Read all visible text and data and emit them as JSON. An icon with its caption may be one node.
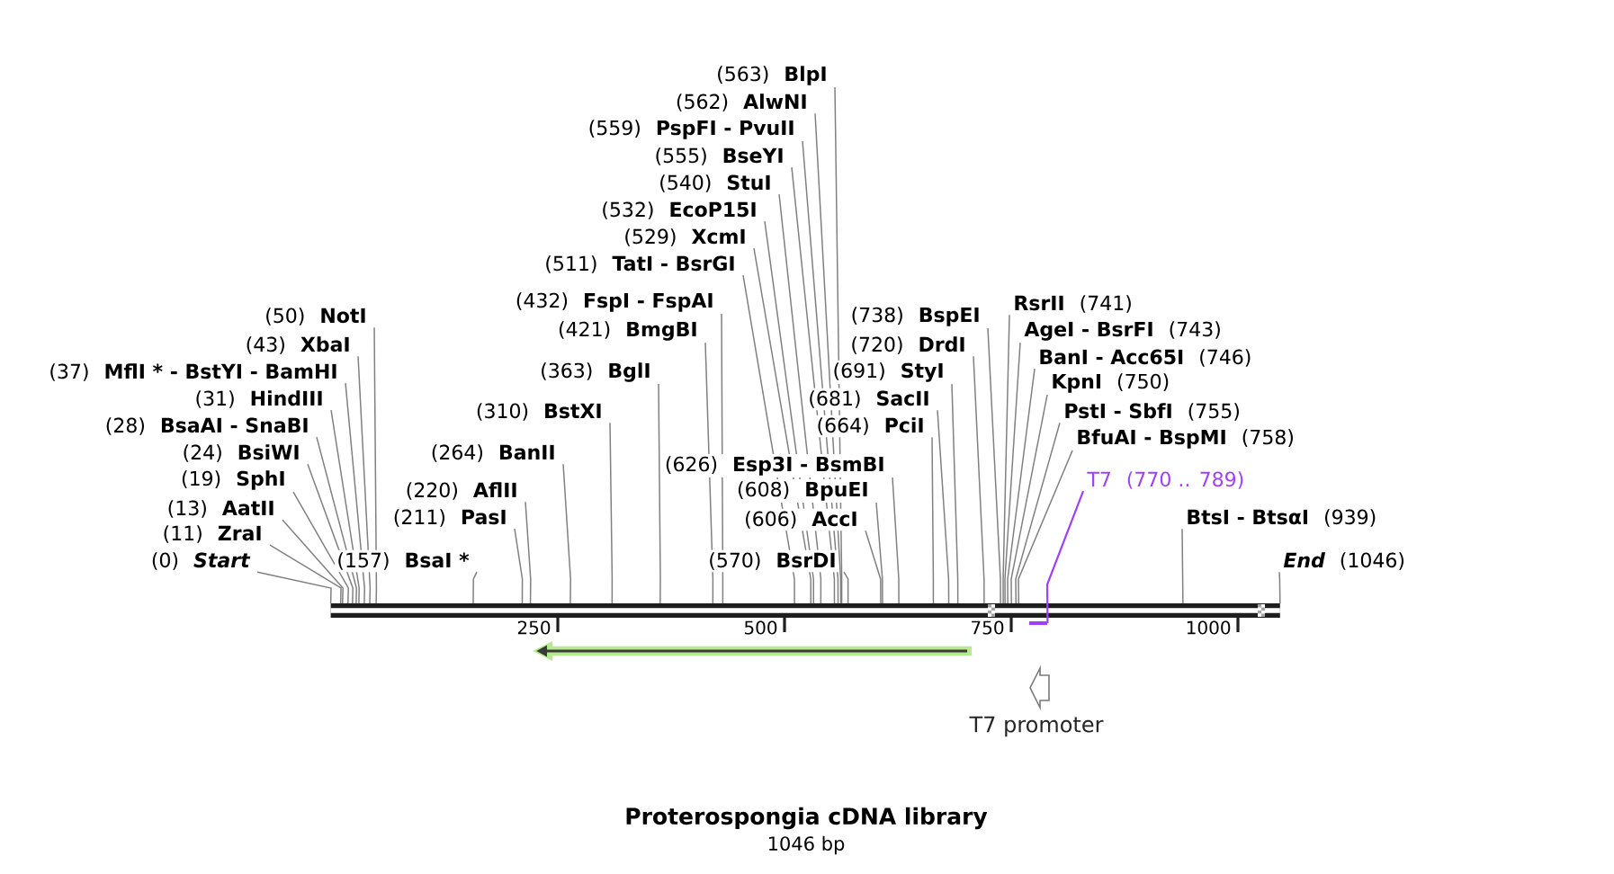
{
  "diagram": {
    "title": "Proterospongia cDNA library",
    "caption": "1046 bp",
    "nodes": [
      {
        "text": [
          "(563)",
          "BlpI"
        ]
      },
      {
        "text": [
          "(562)",
          "AlwNI"
        ]
      },
      {
        "text": [
          "(559)",
          "PspFI - PvuII"
        ]
      },
      {
        "text": [
          "(555)",
          "BseYI"
        ]
      },
      {
        "text": [
          "(540)",
          "StuI"
        ]
      },
      {
        "text": [
          "(532)",
          "EcoP15I"
        ]
      },
      {
        "text": [
          "(529)",
          "XcmI"
        ]
      },
      {
        "text": [
          "(511)",
          "TatI - BsrGI"
        ]
      },
      {
        "text": [
          "(432)",
          "FspI - FspAI"
        ]
      },
      {
        "text": [
          "RsrII",
          "(741)"
        ]
      },
      {
        "text": [
          "(50)",
          "NotI"
        ]
      },
      {
        "text": [
          "(738)",
          "BspEI"
        ]
      },
      {
        "text": [
          "(421)",
          "BmgBI"
        ]
      },
      {
        "text": [
          "AgeI - BsrFI",
          "(743)"
        ]
      },
      {
        "text": [
          "(43)",
          "XbaI"
        ]
      },
      {
        "text": [
          "(720)",
          "DrdI"
        ]
      },
      {
        "text": [
          "BanI - Acc65I",
          "(746)"
        ]
      },
      {
        "text": [
          "(37)",
          "MflI * - BstYI - BamHI"
        ]
      },
      {
        "text": [
          "(363)",
          "BglI"
        ]
      },
      {
        "text": [
          "(691)",
          "StyI"
        ]
      },
      {
        "text": [
          "KpnI",
          "(750)"
        ]
      },
      {
        "text": [
          "(31)",
          "HindIII"
        ]
      },
      {
        "text": [
          "(681)",
          "SacII"
        ]
      },
      {
        "text": [
          "(310)",
          "BstXI"
        ]
      },
      {
        "text": [
          "PstI - SbfI",
          "(755)"
        ]
      },
      {
        "text": [
          "(28)",
          "BsaAI - SnaBI"
        ]
      },
      {
        "text": [
          "(664)",
          "PciI"
        ]
      },
      {
        "text": [
          "BfuAI - BspMI",
          "(758)"
        ]
      },
      {
        "text": [
          "(24)",
          "BsiWI"
        ]
      },
      {
        "text": [
          "(264)",
          "BanII"
        ]
      },
      {
        "text": [
          "(626)",
          "Esp3I - BsmBI"
        ]
      },
      {
        "text": [
          "(19)",
          "SphI"
        ]
      },
      {
        "text": [
          "T7",
          "(770 .. 789)"
        ]
      },
      {
        "text": [
          "(220)",
          "AflII"
        ]
      },
      {
        "text": [
          "(608)",
          "BpuEI"
        ]
      },
      {
        "text": [
          "(13)",
          "AatII"
        ]
      },
      {
        "text": [
          "(211)",
          "PasI"
        ]
      },
      {
        "text": [
          "(606)",
          "AccI"
        ]
      },
      {
        "text": [
          "BtsI - BtsαI",
          "(939)"
        ]
      },
      {
        "text": [
          "(11)",
          "ZraI"
        ]
      },
      {
        "text": [
          "(0)",
          "Start"
        ]
      },
      {
        "text": [
          "(157)",
          "BsaI *"
        ]
      },
      {
        "text": [
          "(570)",
          "BsrDI"
        ]
      },
      {
        "text": [
          "End",
          "(1046)"
        ]
      },
      {
        "text": [],
        "shape": "bar"
      },
      {
        "text": [],
        "shape": "bar"
      },
      {
        "text": [],
        "shape": "arrow"
      },
      {
        "text": [
          "T7 promoter"
        ]
      }
    ],
    "edges": [
      {
        "from": 0,
        "to": 44,
        "arrow": "none"
      },
      {
        "from": 1,
        "to": 44,
        "arrow": "none"
      },
      {
        "from": 2,
        "to": 44,
        "arrow": "none"
      },
      {
        "from": 3,
        "to": 44,
        "arrow": "none"
      },
      {
        "from": 4,
        "to": 44,
        "arrow": "none"
      },
      {
        "from": 5,
        "to": 44,
        "arrow": "none"
      },
      {
        "from": 6,
        "to": 44,
        "arrow": "none"
      },
      {
        "from": 7,
        "to": 44,
        "arrow": "none"
      },
      {
        "from": 8,
        "to": 44,
        "arrow": "none"
      },
      {
        "from": 9,
        "to": 44,
        "arrow": "none"
      },
      {
        "from": 10,
        "to": 44,
        "arrow": "none"
      },
      {
        "from": 11,
        "to": 44,
        "arrow": "none"
      },
      {
        "from": 12,
        "to": 44,
        "arrow": "none"
      },
      {
        "from": 13,
        "to": 44,
        "arrow": "none"
      },
      {
        "from": 14,
        "to": 44,
        "arrow": "none"
      },
      {
        "from": 15,
        "to": 44,
        "arrow": "none"
      },
      {
        "from": 16,
        "to": 44,
        "arrow": "none"
      },
      {
        "from": 17,
        "to": 44,
        "arrow": "none"
      },
      {
        "from": 18,
        "to": 44,
        "arrow": "none"
      },
      {
        "from": 19,
        "to": 44,
        "arrow": "none"
      },
      {
        "from": 20,
        "to": 44,
        "arrow": "none"
      },
      {
        "from": 21,
        "to": 44,
        "arrow": "none"
      },
      {
        "from": 22,
        "to": 44,
        "arrow": "none"
      },
      {
        "from": 23,
        "to": 44,
        "arrow": "none"
      },
      {
        "from": 24,
        "to": 44,
        "arrow": "none"
      },
      {
        "from": 25,
        "to": 44,
        "arrow": "none"
      },
      {
        "from": 26,
        "to": 44,
        "arrow": "none"
      },
      {
        "from": 27,
        "to": 44,
        "arrow": "none"
      },
      {
        "from": 28,
        "to": 44,
        "arrow": "none"
      },
      {
        "from": 29,
        "to": 44,
        "arrow": "none"
      },
      {
        "from": 30,
        "to": 44,
        "arrow": "none"
      },
      {
        "from": 31,
        "to": 44,
        "arrow": "none"
      },
      {
        "from": 32,
        "to": 45,
        "arrow": "none",
        "color": "#a040ff"
      },
      {
        "from": 33,
        "to": 44,
        "arrow": "none"
      },
      {
        "from": 34,
        "to": 44,
        "arrow": "none"
      },
      {
        "from": 35,
        "to": 44,
        "arrow": "none"
      },
      {
        "from": 36,
        "to": 44,
        "arrow": "none"
      },
      {
        "from": 37,
        "to": 44,
        "arrow": "none"
      },
      {
        "from": 38,
        "to": 44,
        "arrow": "none"
      },
      {
        "from": 39,
        "to": 44,
        "arrow": "none"
      },
      {
        "from": 40,
        "to": 44,
        "arrow": "none"
      },
      {
        "from": 41,
        "to": 44,
        "arrow": "none"
      },
      {
        "from": 42,
        "to": 44,
        "arrow": "none"
      },
      {
        "from": 43,
        "to": 44,
        "arrow": "none"
      }
    ],
    "labels": [
      "250",
      "500",
      "750",
      "1000"
    ]
  }
}
